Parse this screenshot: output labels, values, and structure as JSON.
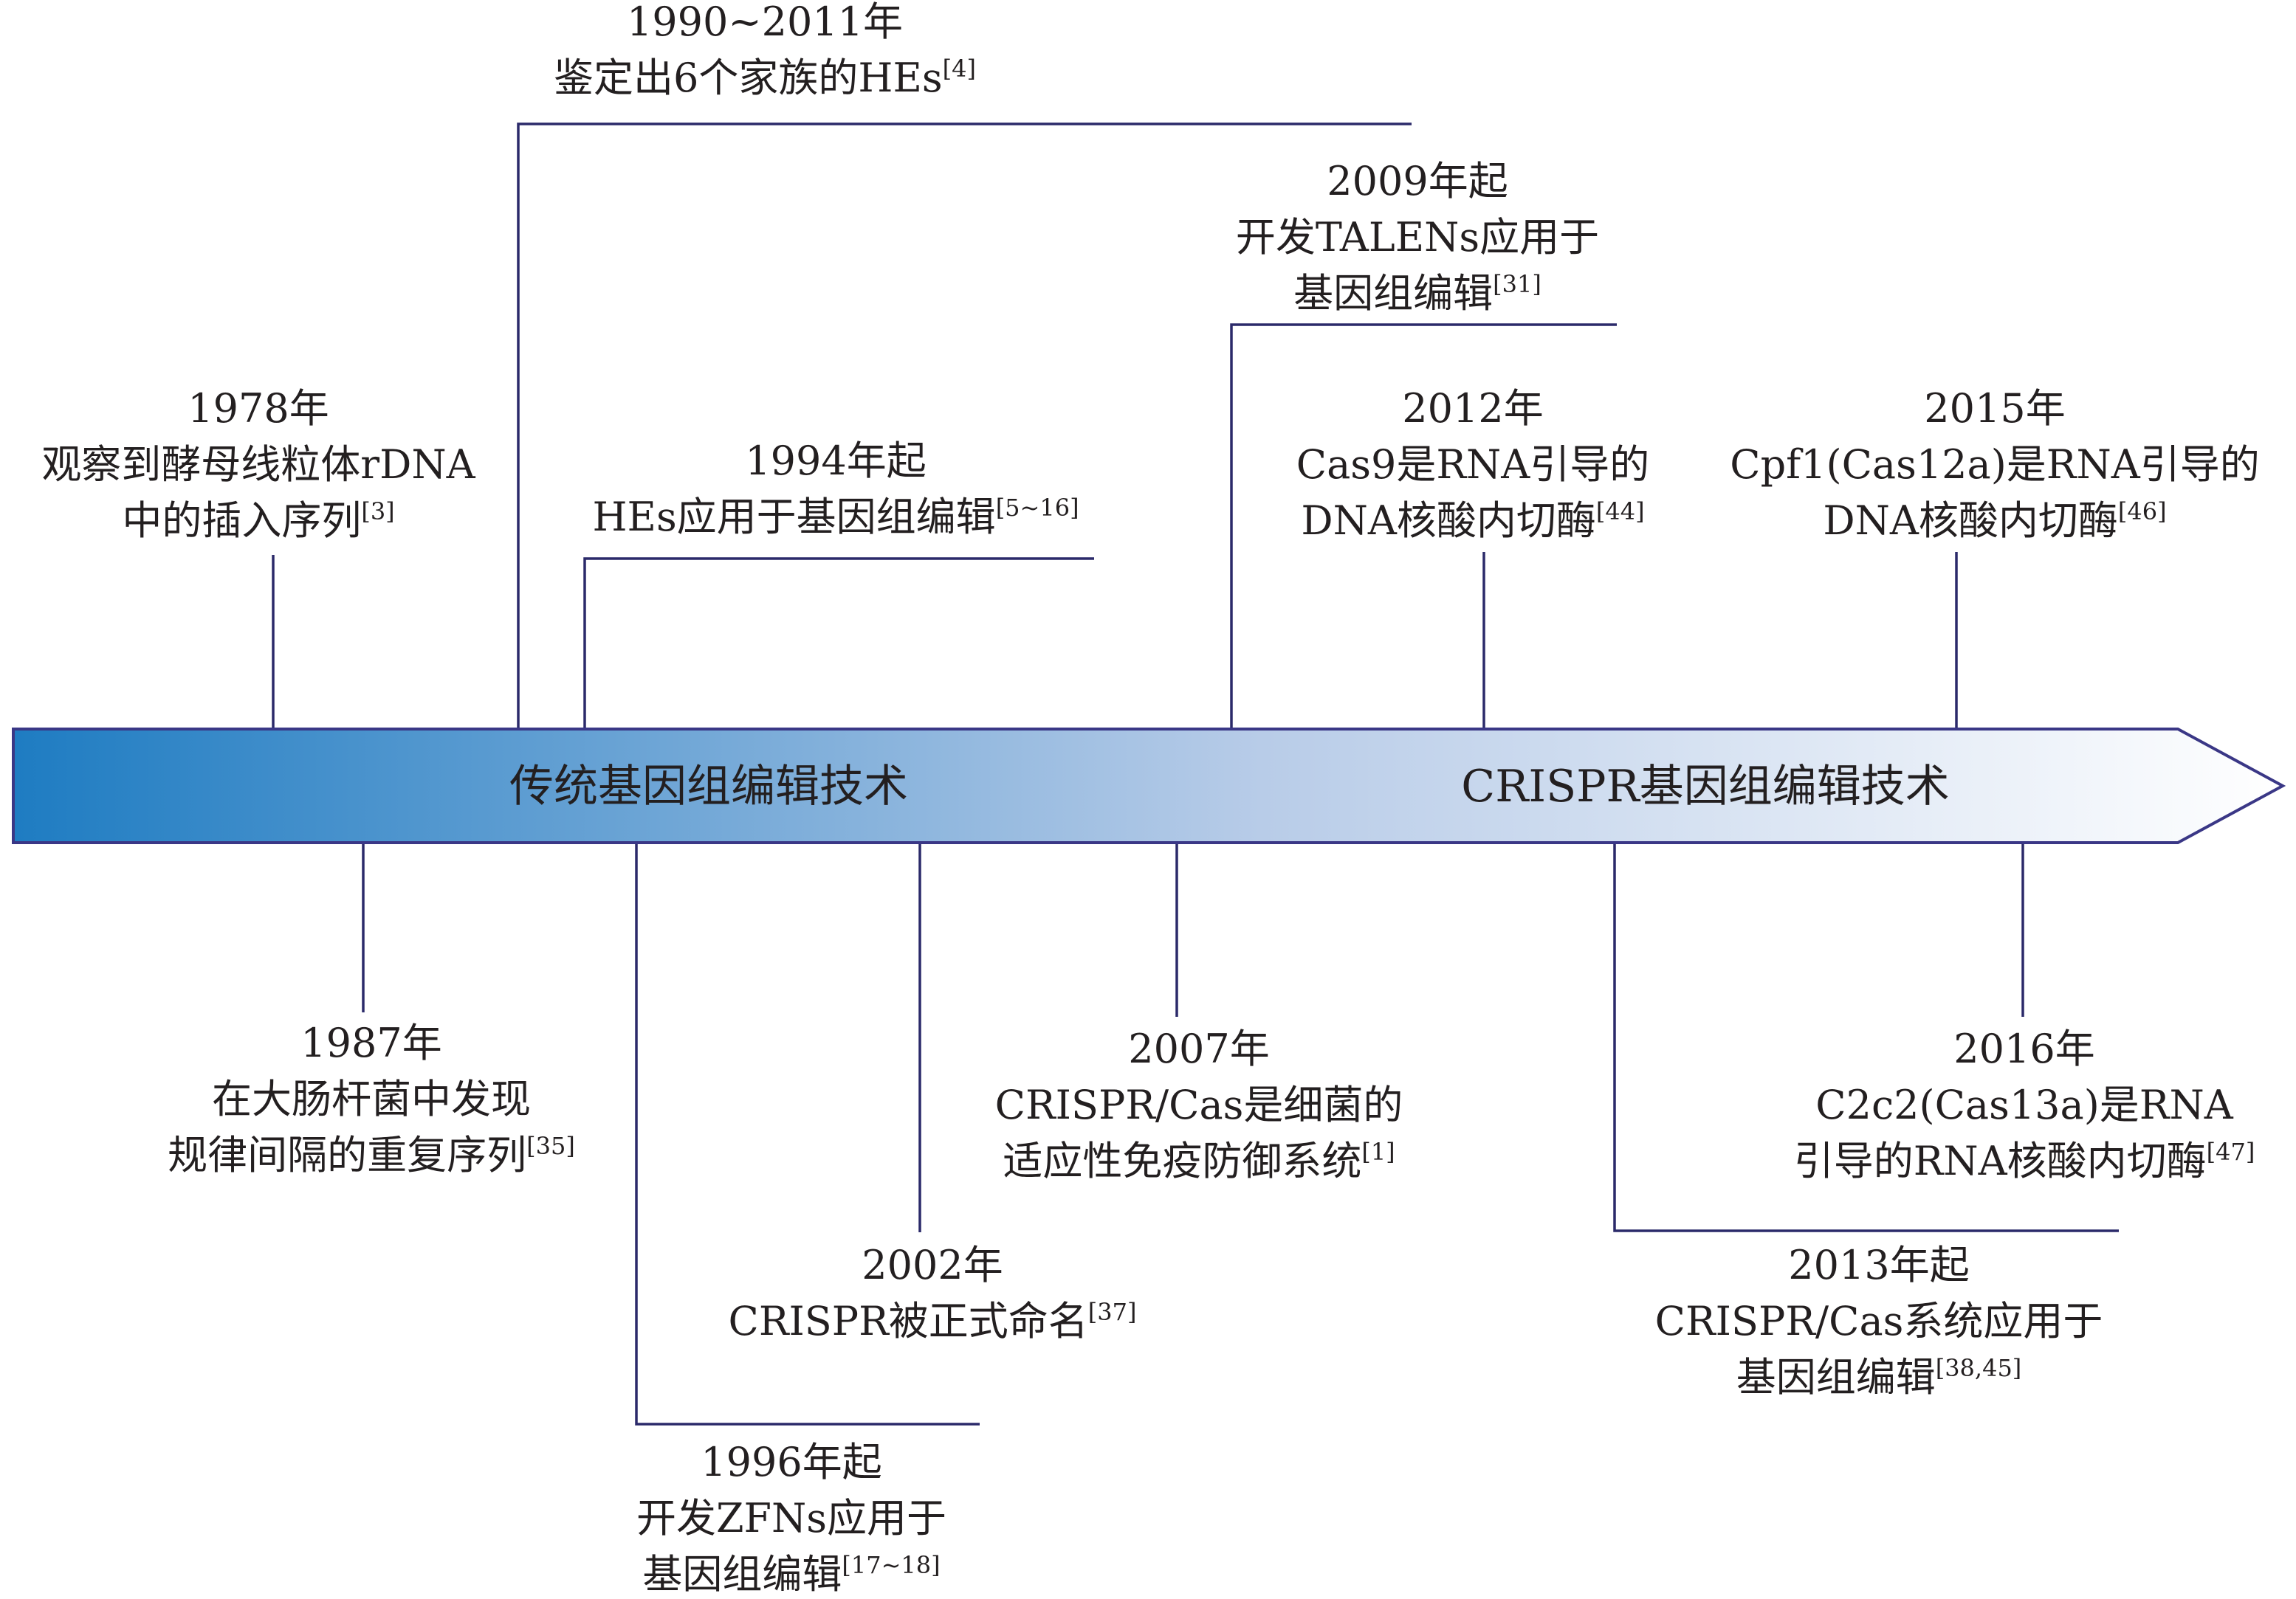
{
  "timeline": {
    "traditional_label": "传统基因组编辑技术",
    "crispr_label": "CRISPR基因组编辑技术",
    "colors": {
      "start": "#1e7cc2",
      "mid": "#b8cce8",
      "end": "#ffffff",
      "outline": "#3a3786",
      "connector": "#2b2a6a"
    }
  },
  "events": [
    {
      "id": "e1990",
      "lines": [
        "1990~2011年",
        "鉴定出6个家族的HEs"
      ],
      "ref": "[4]"
    },
    {
      "id": "e2009",
      "lines": [
        "2009年起",
        "开发TALENs应用于",
        "基因组编辑"
      ],
      "ref": "[31]"
    },
    {
      "id": "e1978",
      "lines": [
        "1978年",
        "观察到酵母线粒体rDNA",
        "中的插入序列"
      ],
      "ref": "[3]"
    },
    {
      "id": "e1994",
      "lines": [
        "1994年起",
        "HEs应用于基因组编辑"
      ],
      "ref": "[5~16]"
    },
    {
      "id": "e2012",
      "lines": [
        "2012年",
        "Cas9是RNA引导的",
        "DNA核酸内切酶"
      ],
      "ref": "[44]"
    },
    {
      "id": "e2015",
      "lines": [
        "2015年",
        "Cpf1(Cas12a)是RNA引导的",
        "DNA核酸内切酶"
      ],
      "ref": "[46]"
    },
    {
      "id": "e1987",
      "lines": [
        "1987年",
        "在大肠杆菌中发现",
        "规律间隔的重复序列"
      ],
      "ref": "[35]"
    },
    {
      "id": "e2007",
      "lines": [
        "2007年",
        "CRISPR/Cas是细菌的",
        "适应性免疫防御系统"
      ],
      "ref": "[1]"
    },
    {
      "id": "e2016",
      "lines": [
        "2016年",
        "C2c2(Cas13a)是RNA",
        "引导的RNA核酸内切酶"
      ],
      "ref": "[47]"
    },
    {
      "id": "e2002",
      "lines": [
        "2002年",
        "CRISPR被正式命名"
      ],
      "ref": "[37]"
    },
    {
      "id": "e2013",
      "lines": [
        "2013年起",
        "CRISPR/Cas系统应用于",
        "基因组编辑"
      ],
      "ref": "[38,45]"
    },
    {
      "id": "e1996",
      "lines": [
        "1996年起",
        "开发ZFNs应用于",
        "基因组编辑"
      ],
      "ref": "[17~18]"
    }
  ]
}
